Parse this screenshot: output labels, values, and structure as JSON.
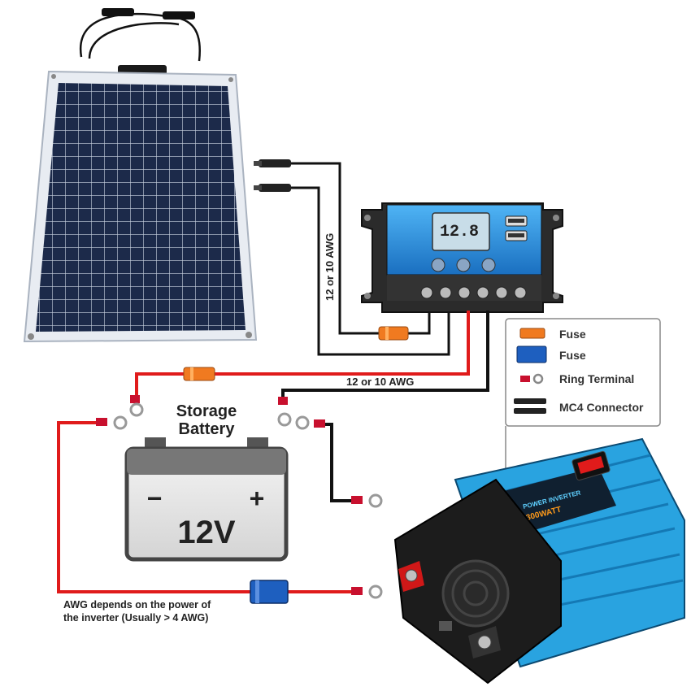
{
  "diagram": {
    "wire_label_vertical": "12 or 10 AWG",
    "wire_label_horizontal": "12 or 10 AWG",
    "battery_title_line1": "Storage",
    "battery_title_line2": "Battery",
    "battery_minus": "−",
    "battery_plus": "+",
    "battery_voltage": "12V",
    "awg_note_line1": "AWG depends on the power of",
    "awg_note_line2": "the inverter (Usually > 4 AWG)",
    "controller_display": "12.8",
    "inverter_brand_text": "POWER INVERTER",
    "inverter_watt_text": "300WATT"
  },
  "legend": {
    "items": [
      {
        "label": "Fuse",
        "swatch": "#f07a20"
      },
      {
        "label": "Fuse",
        "swatch": "#1e5fbf"
      },
      {
        "label": "Ring Terminal",
        "swatch": "#c8102e"
      },
      {
        "label": "MC4 Connector",
        "swatch": "#222222"
      }
    ]
  },
  "colors": {
    "positive_wire": "#e01b1b",
    "negative_wire": "#111111",
    "panel_cell": "#1c2a4a",
    "controller_blue": "#2a8ee0",
    "inverter_blue": "#29a3e0"
  }
}
